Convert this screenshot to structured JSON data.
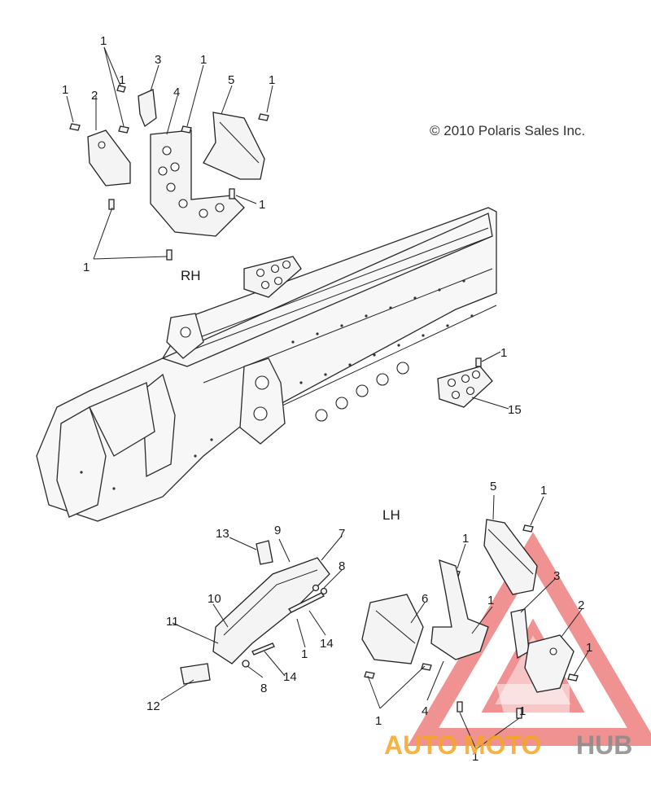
{
  "copyright": "© 2010 Polaris Sales Inc.",
  "sides": {
    "right": "RH",
    "left": "LH"
  },
  "callouts": [
    "1",
    "1",
    "1",
    "1",
    "1",
    "1",
    "1",
    "1",
    "1",
    "1",
    "1",
    "1",
    "1",
    "1",
    "1",
    "1",
    "2",
    "3",
    "4",
    "5",
    "2",
    "3",
    "4",
    "5",
    "6",
    "7",
    "8",
    "8",
    "9",
    "10",
    "11",
    "12",
    "13",
    "14",
    "14",
    "15"
  ],
  "watermark": {
    "part1": "AUTO",
    "part2": "MOTO",
    "part3": "HUB",
    "colors": {
      "auto": "#f5a623",
      "moto": "#f5a623",
      "hub": "#8a8a8a",
      "triangle": "#e84a4a"
    }
  }
}
